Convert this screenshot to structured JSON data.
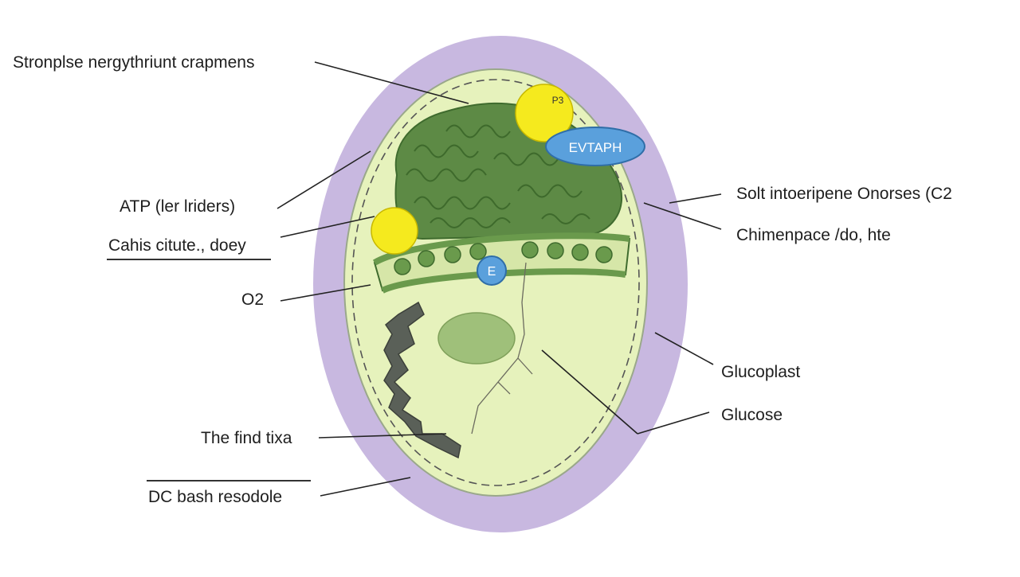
{
  "labels": {
    "top_left": "Stronplse nergythriunt crapmens",
    "atp": "ATP (ler lriders)",
    "cahis": "Cahis citute., doey",
    "o2": "O2",
    "find": "The find tixa",
    "dc": "DC bash resodole",
    "right_top": "Solt intoeripene Onorses (C2",
    "right_mid": "Chimenpace /do, hte",
    "glucoplast": "Glucoplast",
    "glucose": "Glucose"
  },
  "badges": {
    "blue_oval": "EVTAPH",
    "blue_circle": "E",
    "yellow_top": "P3"
  },
  "colors": {
    "membrane": "#c8b8e0",
    "cytoplasm": "#e6f2bc",
    "grana": "#5d8a45",
    "thylakoid": "#6a9a4c",
    "yellow": "#f5ea1e",
    "blue": "#5aa0dc",
    "nucleus": "#9fc07a",
    "dark_structure": "#5a6058"
  }
}
